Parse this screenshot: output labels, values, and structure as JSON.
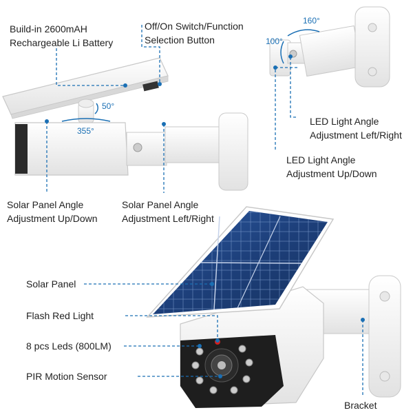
{
  "labels": {
    "battery": [
      "Build-in 2600mAH",
      "Rechargeable Li Battery"
    ],
    "switch": [
      "Off/On Switch/Function",
      "Selection Button"
    ],
    "panel_updown": [
      "Solar Panel Angle",
      "Adjustment Up/Down"
    ],
    "panel_leftright": [
      "Solar Panel Angle",
      "Adjustment Left/Right"
    ],
    "led_leftright": [
      "LED Light Angle",
      "Adjustment Left/Right"
    ],
    "led_updown": [
      "LED Light Angle",
      "Adjustment Up/Down"
    ],
    "solar_panel": "Solar Panel",
    "flash_red": "Flash Red Light",
    "leds": "8 pcs Leds (800LM)",
    "pir": "PIR Motion Sensor",
    "bracket": "Bracket"
  },
  "angles": {
    "tilt": "50°",
    "rotate": "355°",
    "led_horizontal": "160°",
    "led_vertical": "100°"
  },
  "colors": {
    "callout": "#1a6fb4",
    "device_body": "#f4f4f4",
    "device_outline": "#c8c8c8",
    "solar_cell": "#1d3f7a",
    "lens_face": "#1e1e1e",
    "red_light": "#d22020"
  }
}
